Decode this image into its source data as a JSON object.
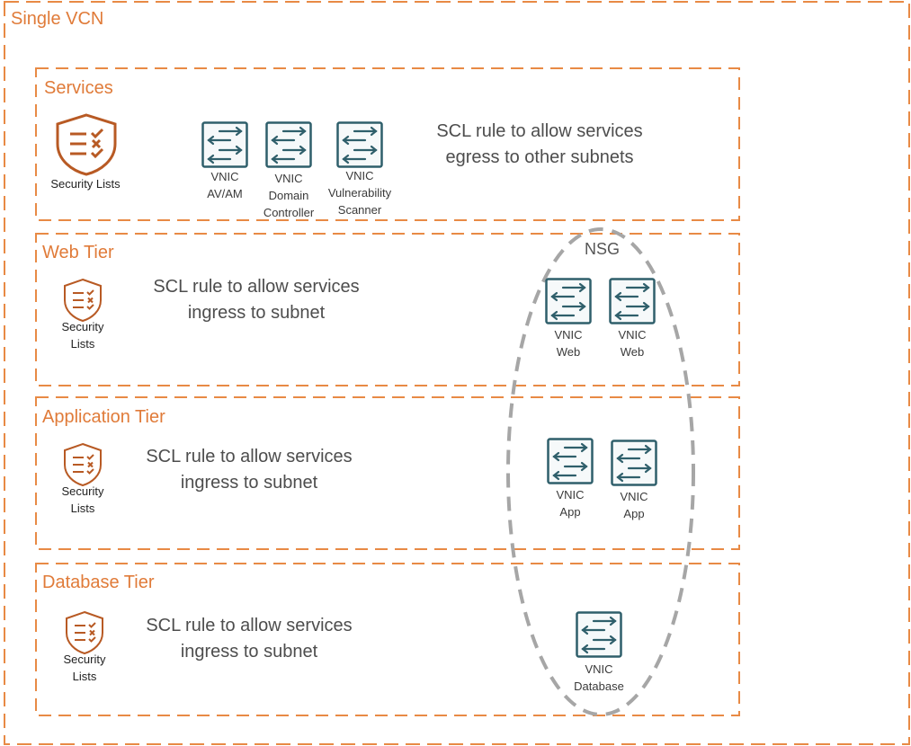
{
  "colors": {
    "zone_border": "#e88a45",
    "zone_title": "#e07b39",
    "security_icon": "#b85a24",
    "vnic_icon": "#2f5f6b",
    "nsg_border": "#a6a6a6",
    "rule_text": "#4d4d4d"
  },
  "vcn": {
    "title": "Single VCN"
  },
  "nsg": {
    "label": "NSG"
  },
  "zones": [
    {
      "title": "Services",
      "security_list": {
        "label_line1": "Security Lists",
        "label_line2": ""
      },
      "rule": {
        "line1": "SCL rule to allow services",
        "line2": "egress to other subnets"
      },
      "vnics": [
        {
          "line1": "VNIC",
          "line2": "AV/AM",
          "line3": ""
        },
        {
          "line1": "VNIC",
          "line2": "Domain",
          "line3": "Controller"
        },
        {
          "line1": "VNIC",
          "line2": "Vulnerability",
          "line3": "Scanner"
        }
      ]
    },
    {
      "title": "Web Tier",
      "security_list": {
        "label_line1": "Security",
        "label_line2": "Lists"
      },
      "rule": {
        "line1": "SCL rule to allow services",
        "line2": "ingress to subnet"
      },
      "vnics": [
        {
          "line1": "VNIC",
          "line2": "Web"
        },
        {
          "line1": "VNIC",
          "line2": "Web"
        }
      ]
    },
    {
      "title": "Application Tier",
      "security_list": {
        "label_line1": "Security",
        "label_line2": "Lists"
      },
      "rule": {
        "line1": "SCL rule to allow services",
        "line2": "ingress to subnet"
      },
      "vnics": [
        {
          "line1": "VNIC",
          "line2": "App"
        },
        {
          "line1": "VNIC",
          "line2": "App"
        }
      ]
    },
    {
      "title": "Database Tier",
      "security_list": {
        "label_line1": "Security",
        "label_line2": "Lists"
      },
      "rule": {
        "line1": "SCL rule to allow services",
        "line2": "ingress to subnet"
      },
      "vnics": [
        {
          "line1": "VNIC",
          "line2": "Database"
        }
      ]
    }
  ]
}
